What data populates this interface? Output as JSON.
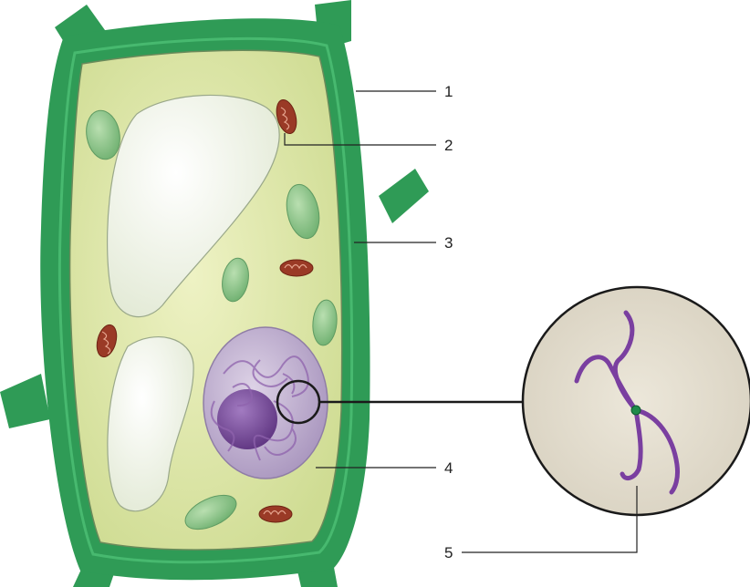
{
  "labels": [
    {
      "id": "1",
      "text": "1"
    },
    {
      "id": "2",
      "text": "2"
    },
    {
      "id": "3",
      "text": "3"
    },
    {
      "id": "4",
      "text": "4"
    },
    {
      "id": "5",
      "text": "5"
    }
  ],
  "colors": {
    "cell_wall": "#2f9b56",
    "cell_wall_highlight": "#47b96f",
    "cytoplasm": "#dde6a6",
    "vacuole": "#f3f6ec",
    "chloroplast": "#9ccc95",
    "mitochondrion": "#9a3a26",
    "nucleus": "#c7b9d6",
    "nucleolus": "#7d4e9e",
    "chromosome": "#7a3fa0",
    "centromere": "#1f8a4a",
    "magnified_background": "#e6e0d2"
  }
}
